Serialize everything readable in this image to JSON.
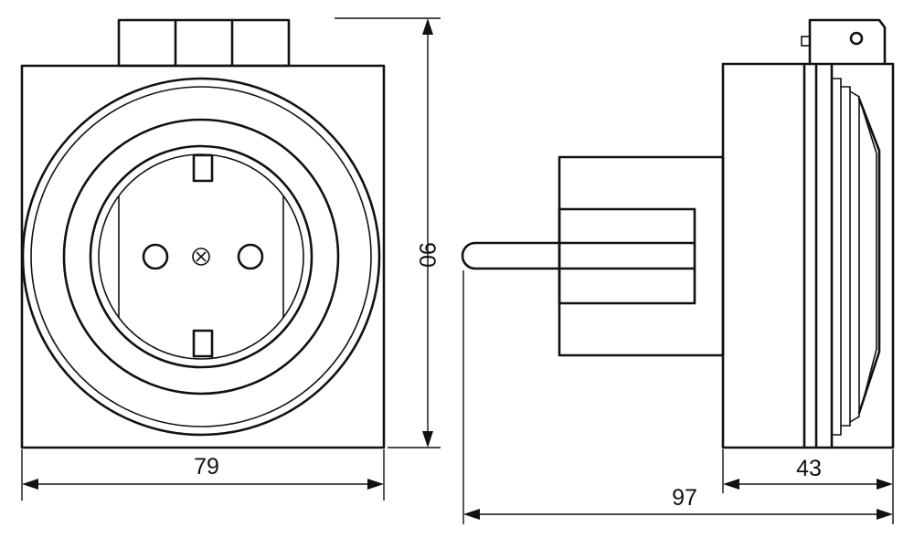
{
  "dimensions": {
    "front_width": "79",
    "height": "90",
    "side_depth": "43",
    "total_length": "97"
  },
  "colors": {
    "line": "#111111",
    "background": "#ffffff"
  }
}
